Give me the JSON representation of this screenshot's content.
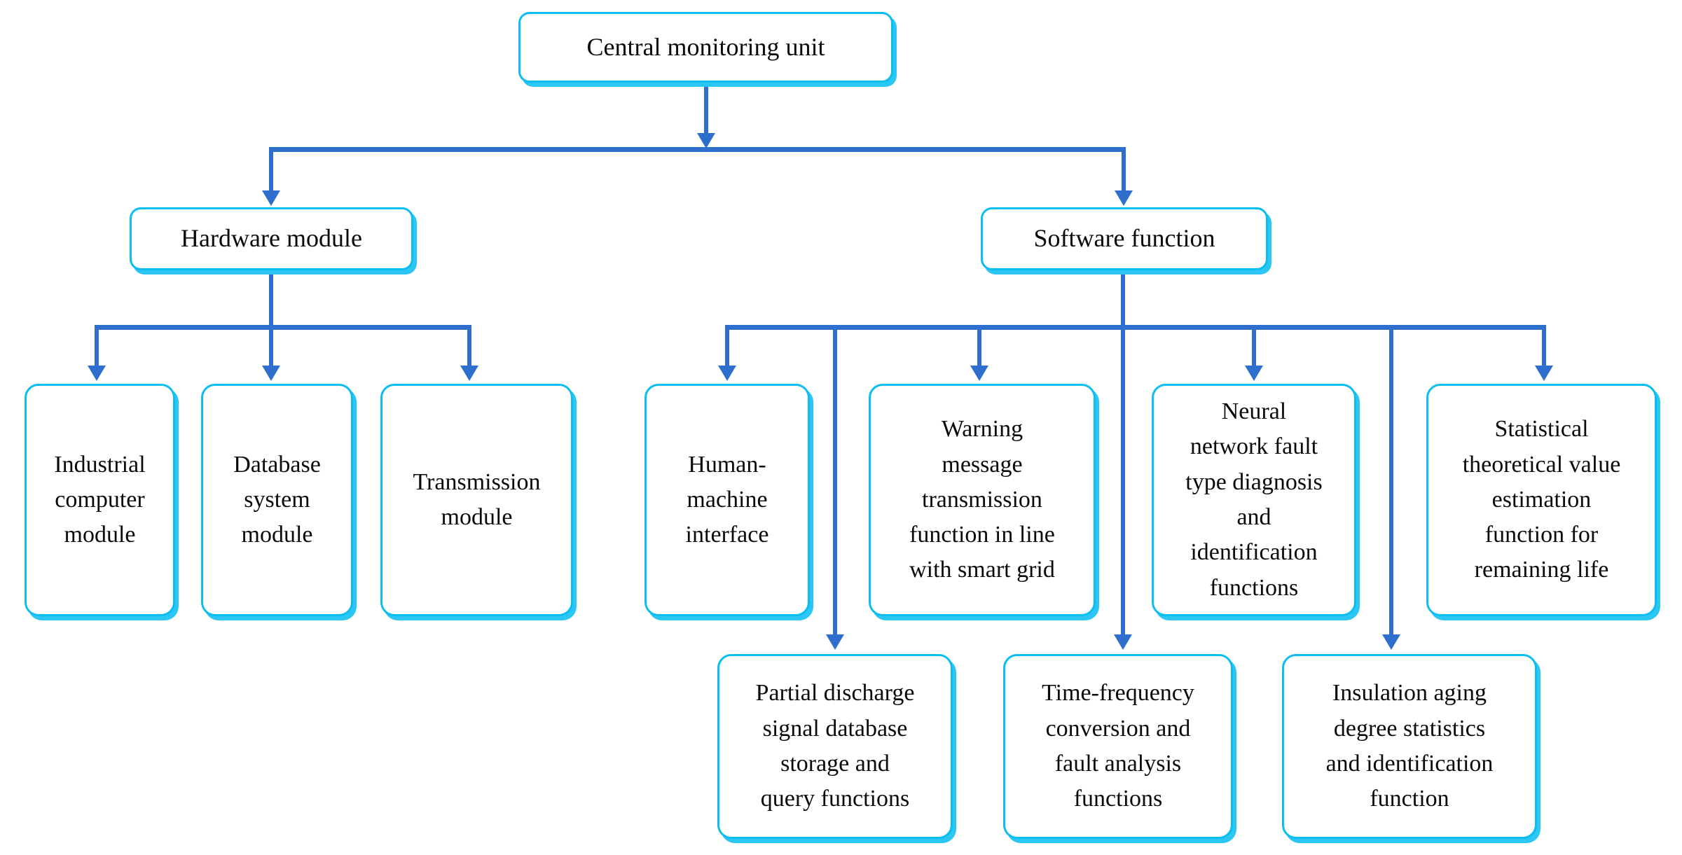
{
  "figure": {
    "type": "hierarchy-flowchart",
    "description": "Block diagram of a central monitoring unit split into hardware modules and software functions"
  },
  "colors": {
    "connector": "#2e6fce",
    "box_border": "#0bbdf0",
    "box_shadow": "#2cc6f4",
    "text": "#0a0a0a",
    "background": "#ffffff"
  },
  "nodes": {
    "central": {
      "label": "Central monitoring unit"
    },
    "hardware": {
      "label": "Hardware module"
    },
    "software": {
      "label": "Software function"
    },
    "industrial": {
      "label": "Industrial\ncomputer\nmodule"
    },
    "database": {
      "label": "Database\nsystem\nmodule"
    },
    "transmission": {
      "label": "Transmission\nmodule"
    },
    "hmi": {
      "label": "Human-\nmachine\ninterface"
    },
    "warning": {
      "label": "Warning\nmessage\ntransmission\nfunction in line\nwith smart grid"
    },
    "neural": {
      "label": "Neural\nnetwork fault\ntype diagnosis\nand\nidentification\nfunctions"
    },
    "statistical": {
      "label": "Statistical\ntheoretical value\nestimation\nfunction for\nremaining life"
    },
    "partial": {
      "label": "Partial discharge\nsignal database\nstorage and\nquery functions"
    },
    "timefreq": {
      "label": "Time-frequency\nconversion and\nfault analysis\nfunctions"
    },
    "insulation": {
      "label": "Insulation aging\ndegree statistics\nand identification\nfunction"
    }
  },
  "edges": [
    {
      "from": "central",
      "to": "hardware"
    },
    {
      "from": "central",
      "to": "software"
    },
    {
      "from": "hardware",
      "to": "industrial"
    },
    {
      "from": "hardware",
      "to": "database"
    },
    {
      "from": "hardware",
      "to": "transmission"
    },
    {
      "from": "software",
      "to": "hmi"
    },
    {
      "from": "software",
      "to": "partial"
    },
    {
      "from": "software",
      "to": "warning"
    },
    {
      "from": "software",
      "to": "timefreq"
    },
    {
      "from": "software",
      "to": "neural"
    },
    {
      "from": "software",
      "to": "insulation"
    },
    {
      "from": "software",
      "to": "statistical"
    }
  ]
}
